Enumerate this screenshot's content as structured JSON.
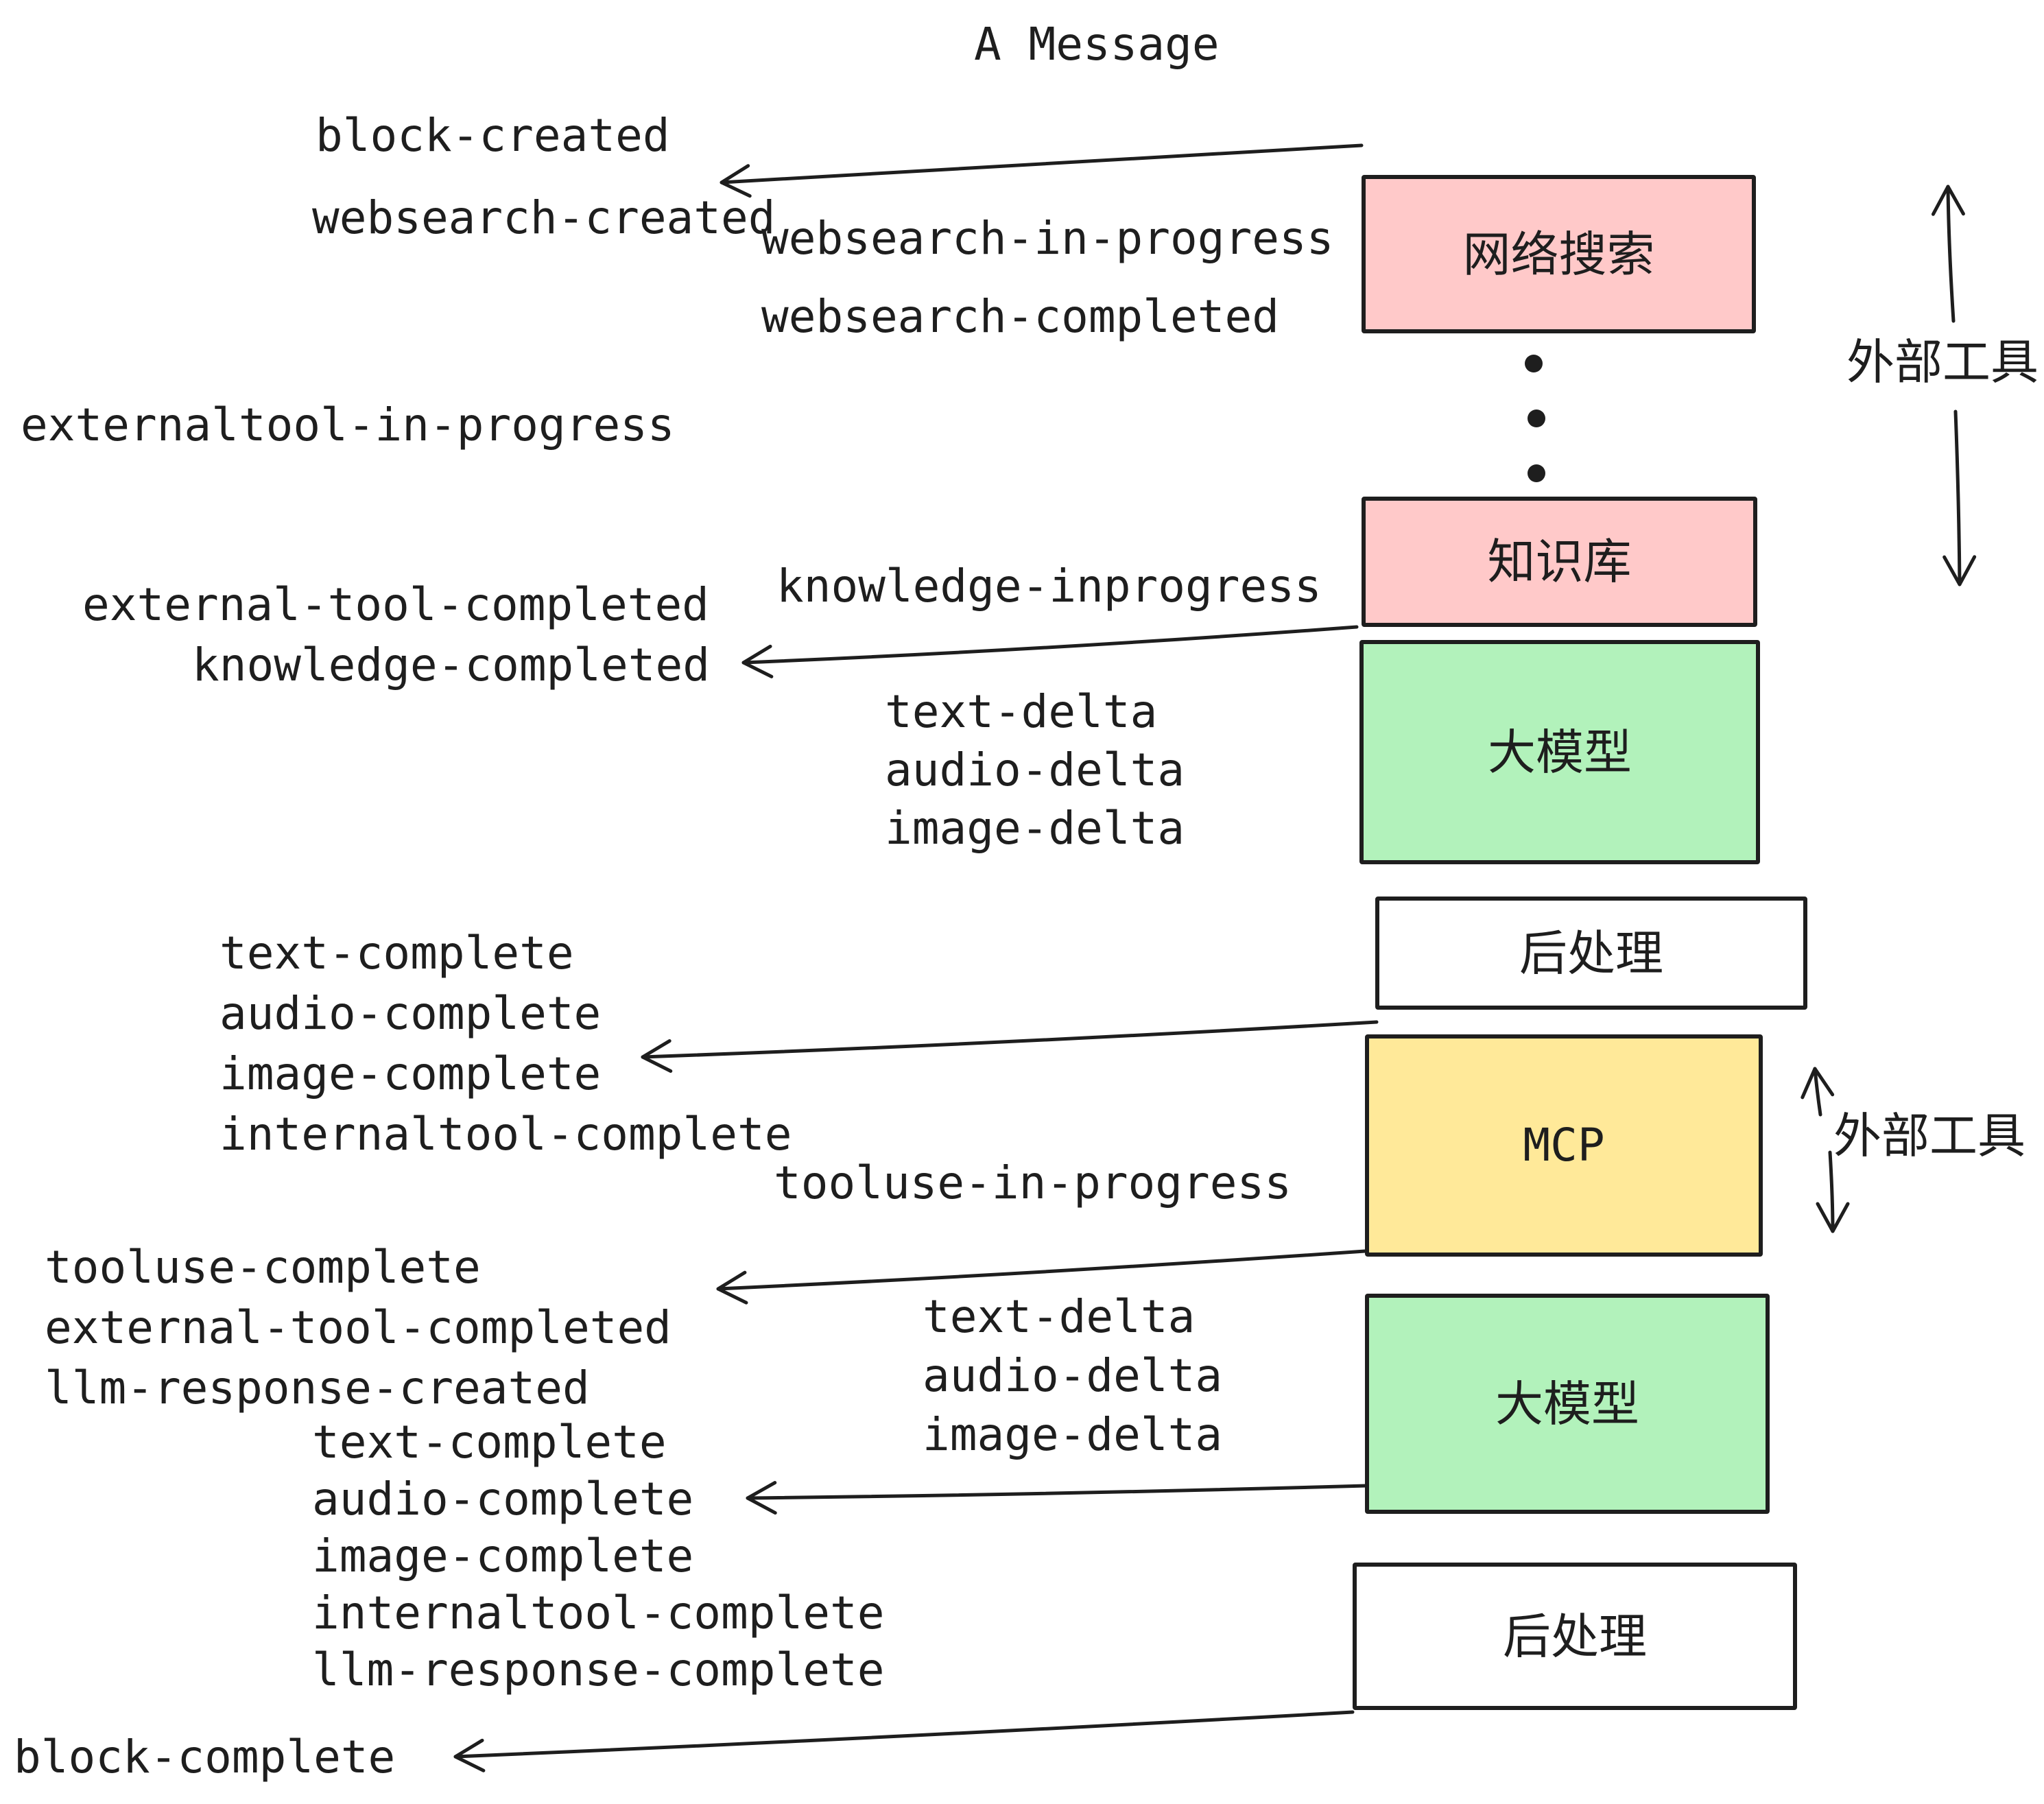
{
  "title": "A Message",
  "colors": {
    "background": "#ffffff",
    "stroke": "#1e1e1e",
    "box_pink": "#ffc9c9",
    "box_green": "#b2f2bb",
    "box_yellow": "#ffe999",
    "box_white": "#ffffff"
  },
  "events": {
    "block_created": "block-created",
    "websearch_created": "websearch-created",
    "websearch_in_progress": "websearch-in-progress",
    "websearch_completed": "websearch-completed",
    "externaltool_in_progress": "externaltool-in-progress",
    "knowledge_inprogress": "knowledge-inprogress",
    "external_tool_completed_1": "external-tool-completed",
    "knowledge_completed": "knowledge-completed",
    "delta1": [
      "text-delta",
      "audio-delta",
      "image-delta"
    ],
    "complete1": [
      "text-complete",
      "audio-complete",
      "image-complete",
      "internaltool-complete"
    ],
    "tooluse_in_progress": "tooluse-in-progress",
    "tooluse_complete": "tooluse-complete",
    "external_tool_completed_2": "external-tool-completed",
    "llm_response_created": "llm-response-created",
    "delta2": [
      "text-delta",
      "audio-delta",
      "image-delta"
    ],
    "complete2": [
      "text-complete",
      "audio-complete",
      "image-complete",
      "internaltool-complete",
      "llm-response-complete"
    ],
    "block_complete": "block-complete"
  },
  "boxes": [
    {
      "id": "websearch",
      "label": "网络搜索",
      "color": "#ffc9c9"
    },
    {
      "id": "knowledge",
      "label": "知识库",
      "color": "#ffc9c9"
    },
    {
      "id": "llm-1",
      "label": "大模型",
      "color": "#b2f2bb"
    },
    {
      "id": "postprocess-1",
      "label": "后处理",
      "color": "#ffffff"
    },
    {
      "id": "mcp",
      "label": "MCP",
      "color": "#ffe999"
    },
    {
      "id": "llm-2",
      "label": "大模型",
      "color": "#b2f2bb"
    },
    {
      "id": "postprocess-2",
      "label": "后处理",
      "color": "#ffffff"
    }
  ],
  "annotations": {
    "external_tools_top": "外部工具",
    "external_tools_bottom": "外部工具"
  }
}
